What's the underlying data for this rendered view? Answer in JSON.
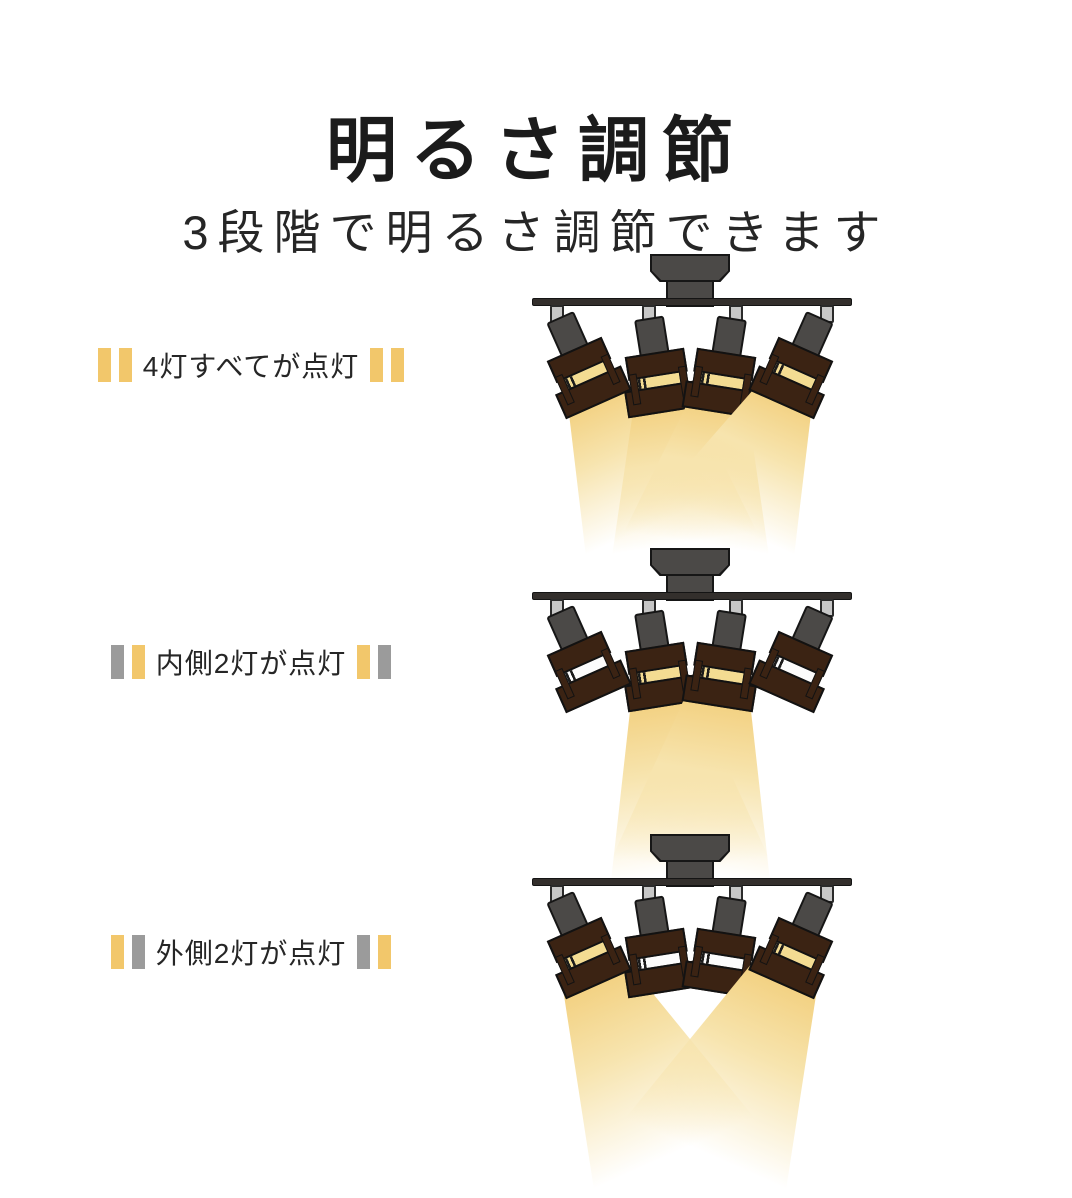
{
  "header": {
    "title": "明るさ調節",
    "subtitle": "3段階で明るさ調節できます"
  },
  "rows": [
    {
      "label": "4灯すべてが点灯",
      "lamps": [
        true,
        true,
        true,
        true
      ]
    },
    {
      "label": "内側2灯が点灯",
      "lamps": [
        false,
        true,
        true,
        false
      ]
    },
    {
      "label": "外側2灯が点灯",
      "lamps": [
        true,
        false,
        false,
        true
      ]
    }
  ],
  "colors": {
    "indicator_on": "#F2C76B",
    "indicator_off": "#9B9B9B",
    "beam": "#F2CF7D",
    "gap_lit": "#F3DC92",
    "shade_brown": "#3B2313",
    "metal_gray": "#4B4947"
  }
}
